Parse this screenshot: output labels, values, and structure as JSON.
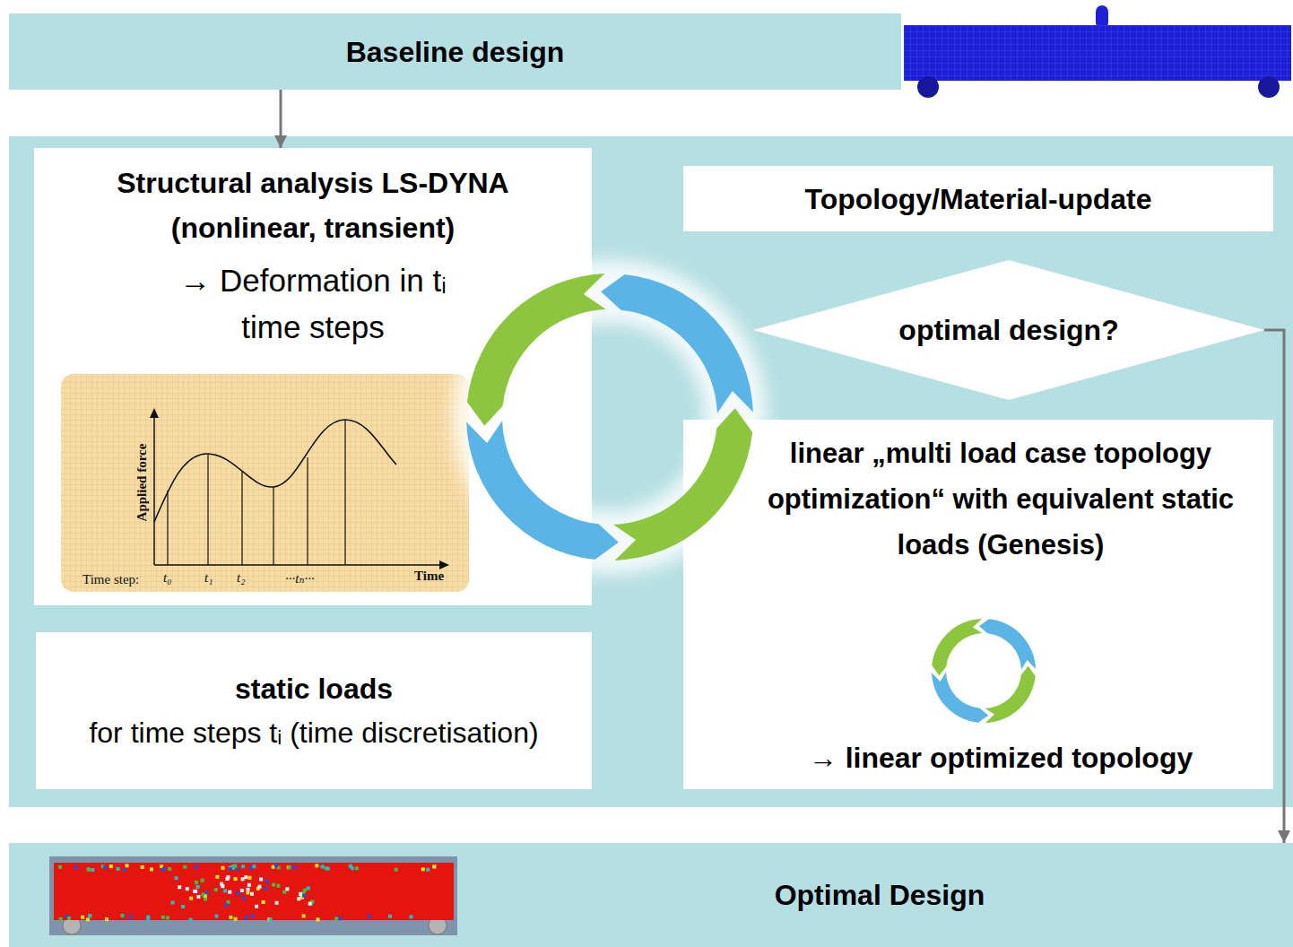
{
  "diagram": {
    "nodes": [
      {
        "text": [
          "Baseline design"
        ]
      },
      {
        "text": [
          "Structural analysis LS-DYNA (nonlinear, transient)",
          "→ Deformation in tᵢ time steps"
        ]
      },
      {
        "text": [
          "Topology/Material-update"
        ]
      },
      {
        "text": [
          "optimal design?"
        ]
      },
      {
        "text": [
          "linear „multi load case topology optimization“ with equivalent static loads (Genesis)",
          "→ linear optimized topology"
        ]
      },
      {
        "text": [
          "static loads",
          "for time steps tᵢ (time discretisation)"
        ]
      },
      {
        "text": [
          "Optimal Design"
        ]
      }
    ],
    "edges": [
      {
        "from": 0,
        "to": 1,
        "arrow": "to"
      },
      {
        "from": 3,
        "to": 6,
        "arrow": "to"
      }
    ],
    "labels": [
      "Applied force",
      "Time step:",
      "t₀",
      "t₁",
      "t₂",
      "···tₙ···",
      "Time"
    ]
  }
}
